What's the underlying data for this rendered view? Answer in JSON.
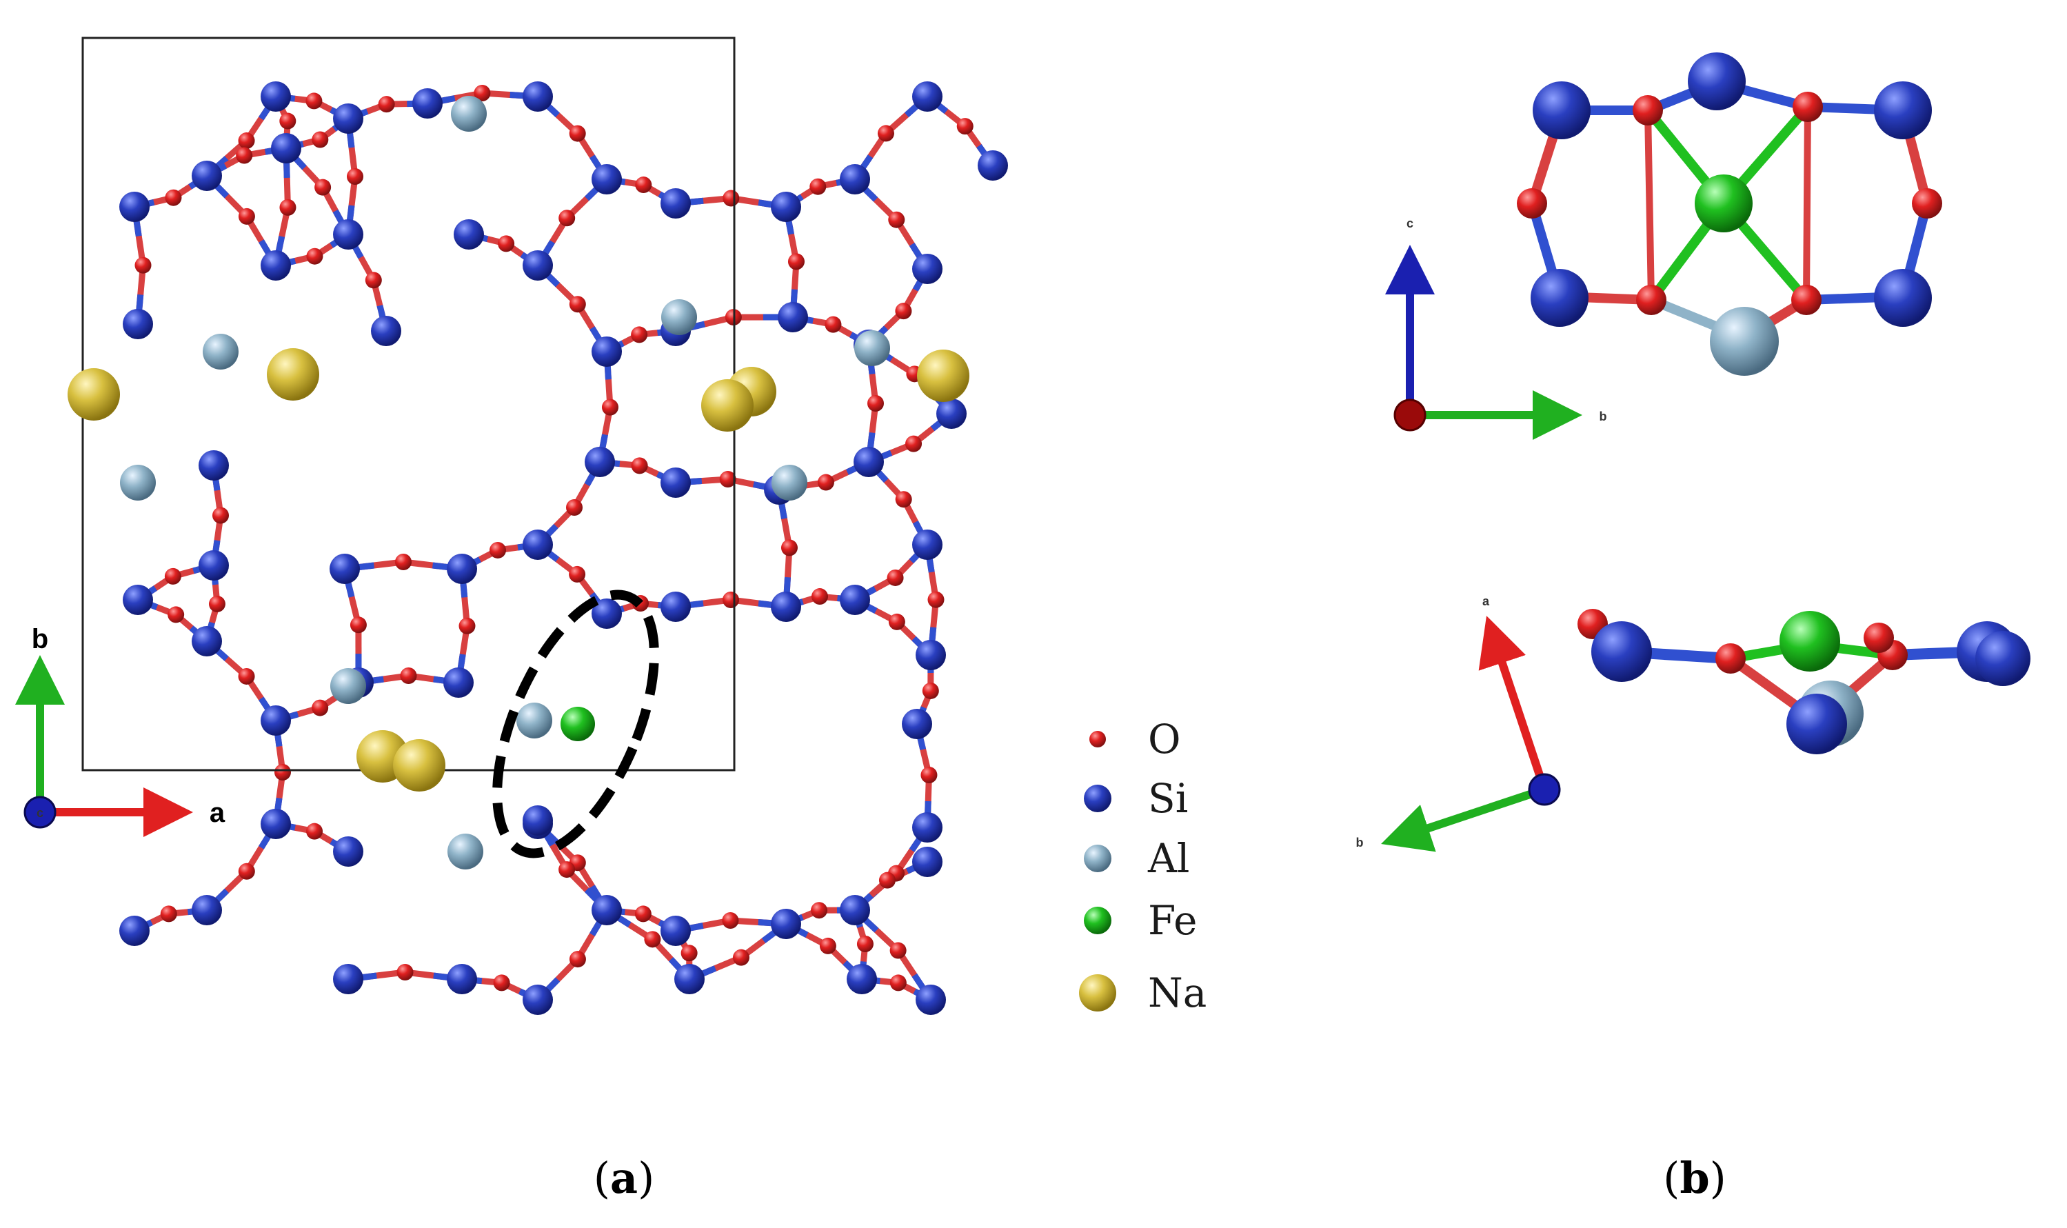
{
  "colors": {
    "O": "#e02020",
    "Si": "#2a3fc0",
    "Al": "#8fb3c8",
    "Fe": "#20c020",
    "Na": "#d8c040",
    "bond_red": "#d84040",
    "bond_blue": "#3050d0",
    "axis_a": "#e02020",
    "axis_b": "#20b020",
    "axis_c": "#1a20b0",
    "highlight": "#000000"
  },
  "legend": [
    {
      "label": "O",
      "color": "#e02020",
      "size": "small"
    },
    {
      "label": "Si",
      "color": "#2a3fc0",
      "size": "medium"
    },
    {
      "label": "Al",
      "color": "#8fb3c8",
      "size": "medium"
    },
    {
      "label": "Fe",
      "color": "#20c020",
      "size": "medium"
    },
    {
      "label": "Na",
      "color": "#d8c040",
      "size": "large"
    }
  ],
  "panel_a": {
    "axes": {
      "x_label": "a",
      "y_label": "b",
      "origin_label": "c"
    },
    "caption": {
      "open": "(",
      "letter": "a",
      "close": ")"
    }
  },
  "panel_b": {
    "top_axes": {
      "up_label": "c",
      "right_label": "b"
    },
    "bottom_axes": {
      "up_label": "a",
      "left_label": "b"
    },
    "caption": {
      "open": "(",
      "letter": "b",
      "close": ")"
    }
  }
}
